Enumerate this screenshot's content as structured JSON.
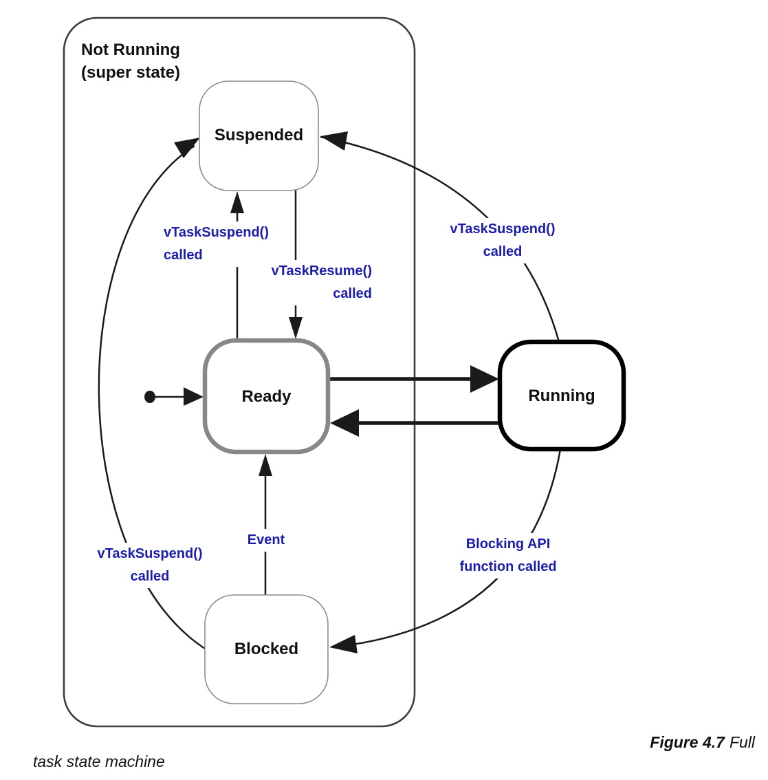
{
  "figure": {
    "caption_title": "Figure 4.7",
    "caption_tail": "Full",
    "caption_continuation": "task state machine"
  },
  "diagram": {
    "superstate": {
      "label_line1": "Not Running",
      "label_line2": "(super state)"
    },
    "states": {
      "suspended": "Suspended",
      "ready": "Ready",
      "blocked": "Blocked",
      "running": "Running"
    },
    "transitions": {
      "ready_to_suspended": {
        "line1": "vTaskSuspend()",
        "line2": "called"
      },
      "suspended_to_ready": {
        "line1": "vTaskResume()",
        "line2": "called"
      },
      "running_to_suspended": {
        "line1": "vTaskSuspend()",
        "line2": "called"
      },
      "blocked_to_suspended": {
        "line1": "vTaskSuspend()",
        "line2": "called"
      },
      "running_to_blocked": {
        "line1": "Blocking API",
        "line2": "function called"
      },
      "blocked_to_ready": {
        "line1": "Event"
      }
    },
    "colors": {
      "transition_label_blue": "#1b1bad",
      "line_black": "#1a1a1a",
      "state_border_thin_gray": "#8c8c8c",
      "ready_border_gray": "#878787",
      "running_border_black": "#000000",
      "superstate_border": "#3d3d3d"
    }
  }
}
